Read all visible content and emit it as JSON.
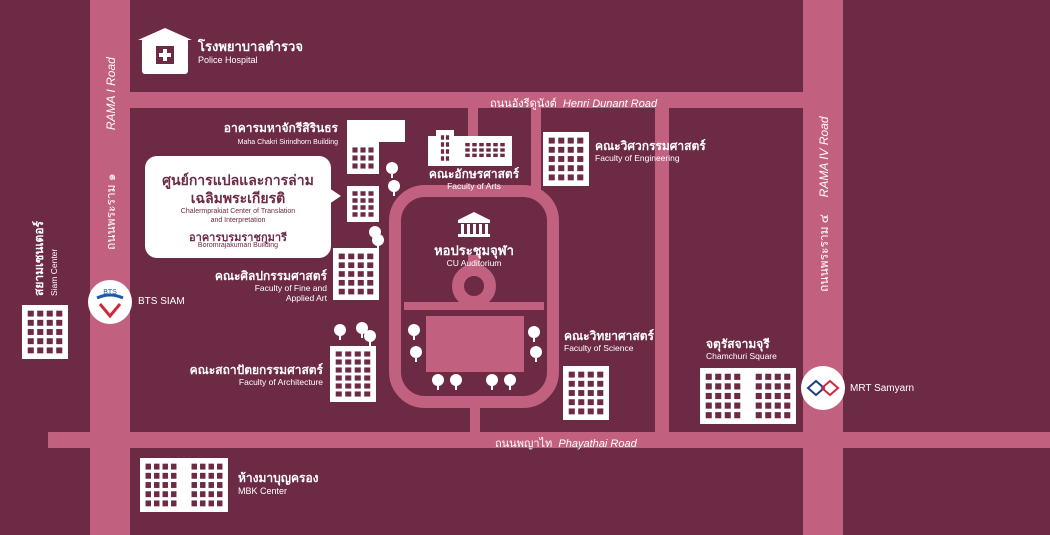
{
  "colors": {
    "background": "#6d2a45",
    "road": "#c2607f",
    "building": "#ffffff",
    "window": "#6d2a45"
  },
  "roads": {
    "henri_dunant": {
      "th": "ถนนอังรีดูนังต์",
      "en": "Henri Dunant Road"
    },
    "phayathai": {
      "th": "ถนนพญาไท",
      "en": "Phayathai Road"
    },
    "rama1": {
      "th": "ถนนพระราม ๑",
      "en": "RAMA I Road"
    },
    "rama4": {
      "th": "ถนนพระราม ๔",
      "en": "RAMA IV Road"
    }
  },
  "places": {
    "police_hospital": {
      "th": "โรงพยาบาลตำรวจ",
      "en": "Police Hospital",
      "icon": "hospital-icon"
    },
    "maha_chakri": {
      "th": "อาคารมหาจักรีสิรินธร",
      "en": "Maha Chakri Sirindhorn Building"
    },
    "arts": {
      "th": "คณะอักษรศาสตร์",
      "en": "Faculty of Arts"
    },
    "engineering": {
      "th": "คณะวิศวกรรมศาสตร์",
      "en": "Faculty of Engineering"
    },
    "auditorium": {
      "th": "หอประชุมจุฬา",
      "en": "CU Auditorium",
      "icon": "auditorium-icon"
    },
    "fine_arts": {
      "th": "คณะศิลปกรรมศาสตร์",
      "en1": "Faculty of Fine and",
      "en2": "Applied Art"
    },
    "architecture": {
      "th": "คณะสถาปัตยกรรมศาสตร์",
      "en": "Faculty of Architecture"
    },
    "science": {
      "th": "คณะวิทยาศาสตร์",
      "en": "Faculty of Science"
    },
    "chamchuri": {
      "th": "จตุรัสจามจุรี",
      "en": "Chamchuri Square"
    },
    "mrt": {
      "label": "MRT Samyarn",
      "icon": "mrt-logo-icon"
    },
    "bts": {
      "label": "BTS SIAM",
      "logo_text": "BTS",
      "icon": "bts-logo-icon"
    },
    "siam_center": {
      "th": "สยามเซนเตอร์",
      "en": "Siam Center"
    },
    "mbk": {
      "th": "ห้างมาบุญครอง",
      "en": "MBK Center"
    }
  },
  "callout": {
    "th1": "ศูนย์การแปลและการล่าม",
    "th2": "เฉลิมพระเกียรติ",
    "en1": "Chalermprakiat Center of Translation",
    "en2": "and Interpretation",
    "th3": "อาคารบรมราชกุมารี",
    "en3": "Boromrajakumari Building"
  }
}
